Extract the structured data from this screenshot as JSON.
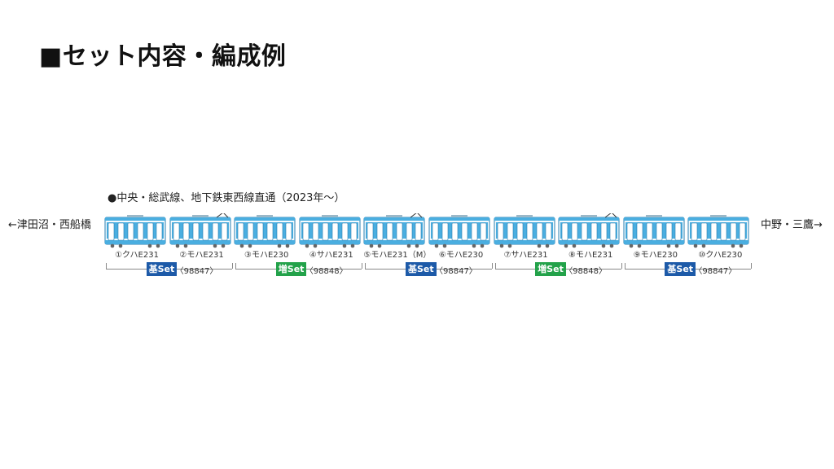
{
  "heading": "■セット内容・編成例",
  "route_title": "●中央・総武線、地下鉄東西線直通（2023年〜）",
  "direction_left": "←津田沼・西船橋",
  "direction_right": "中野・三鷹→",
  "colors": {
    "car_body": "#f4fbfe",
    "car_stripe": "#4aaee0",
    "car_outline": "#2a7fb0",
    "window": "#ffffff",
    "base_set": "#1d5aa8",
    "add_set": "#23a24a"
  },
  "cars": [
    {
      "label": "①クハE231",
      "pantograph": false
    },
    {
      "label": "②モハE231",
      "pantograph": true
    },
    {
      "label": "③モハE230",
      "pantograph": false
    },
    {
      "label": "④サハE231",
      "pantograph": false
    },
    {
      "label": "⑤モハE231（M）",
      "pantograph": true
    },
    {
      "label": "⑥モハE230",
      "pantograph": false
    },
    {
      "label": "⑦サハE231",
      "pantograph": false
    },
    {
      "label": "⑧モハE231",
      "pantograph": true
    },
    {
      "label": "⑨モハE230",
      "pantograph": false
    },
    {
      "label": "⑩クハE230",
      "pantograph": false
    }
  ],
  "sets": [
    {
      "badge": "基Set",
      "code": "〈98847〉",
      "kind": "base"
    },
    {
      "badge": "増Set",
      "code": "〈98848〉",
      "kind": "add"
    },
    {
      "badge": "基Set",
      "code": "〈98847〉",
      "kind": "base"
    },
    {
      "badge": "増Set",
      "code": "〈98848〉",
      "kind": "add"
    },
    {
      "badge": "基Set",
      "code": "〈98847〉",
      "kind": "base"
    }
  ]
}
